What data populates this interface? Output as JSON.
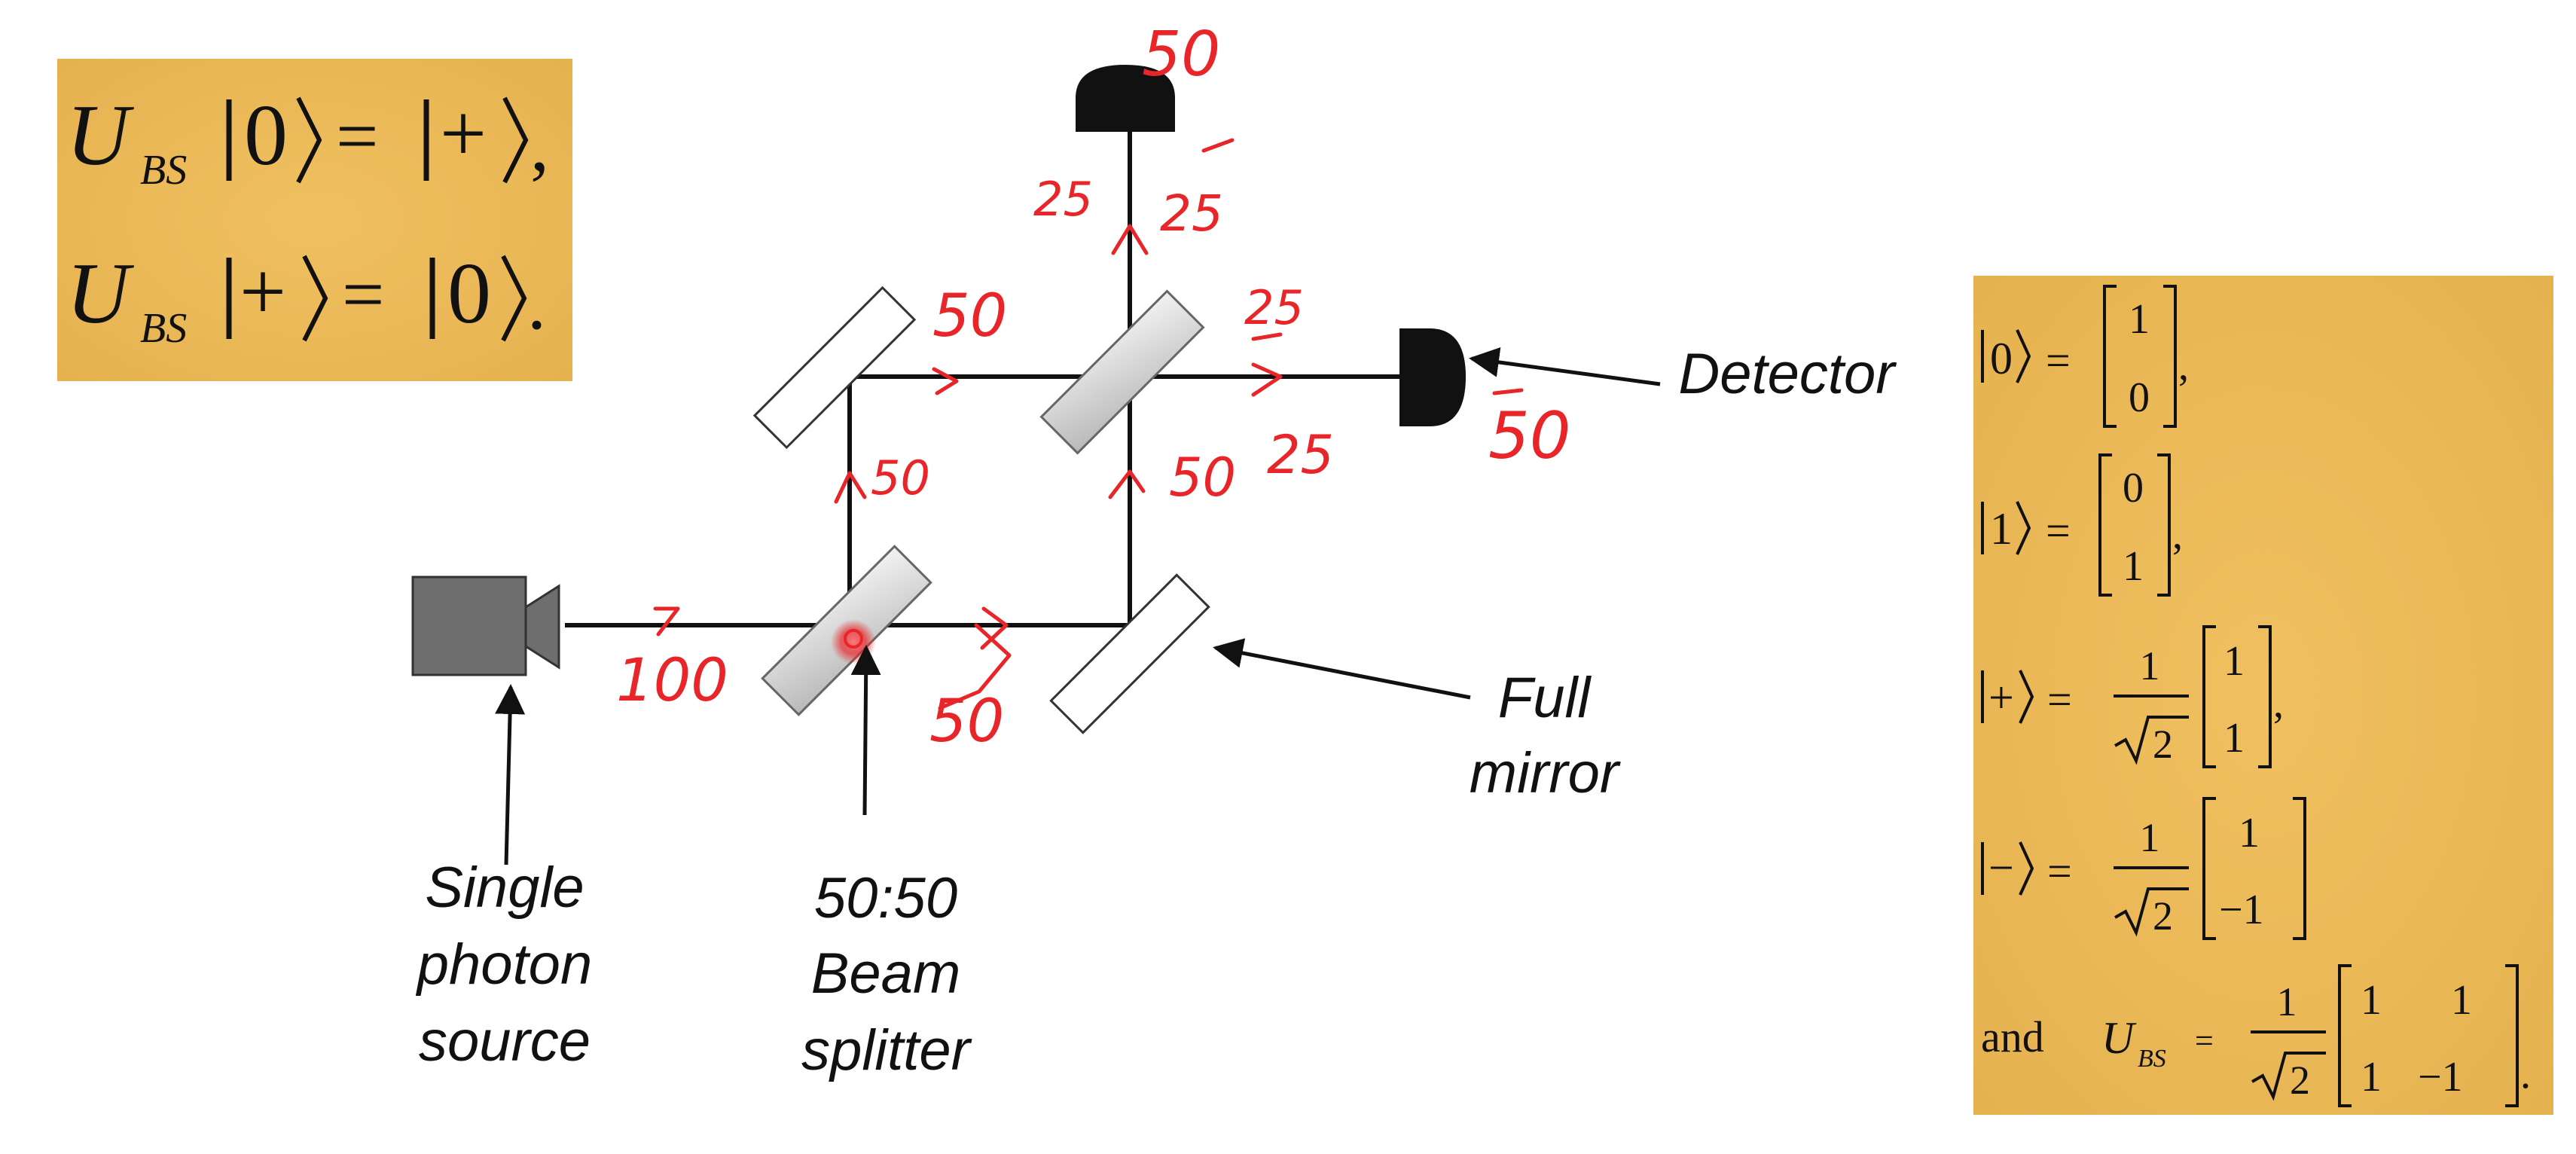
{
  "equations_left": {
    "line1": {
      "op": "U",
      "sub": "BS",
      "ket_in": "0",
      "ket_out": "+",
      "end": ","
    },
    "line2": {
      "op": "U",
      "sub": "BS",
      "ket_in": "+",
      "ket_out": "0",
      "end": "."
    }
  },
  "labels": {
    "source": [
      "Single",
      "photon",
      "source"
    ],
    "beam_splitter": [
      "50:50",
      "Beam",
      "splitter"
    ],
    "full_mirror": [
      "Full",
      "mirror"
    ],
    "detector": "Detector"
  },
  "annotations": {
    "source_out": "100",
    "bs1_right": "50",
    "bs1_up": "50",
    "top_path": "50",
    "bs2_up_left": "25",
    "bs2_up_right": "25",
    "bs2_right_top": "25",
    "bs2_below": "50",
    "bs2_below2": "25",
    "top_detector": "50",
    "right_detector": "50"
  },
  "equations_right": {
    "ket0": {
      "ket": "0",
      "vec": [
        "1",
        "0"
      ],
      "end": ","
    },
    "ket1": {
      "ket": "1",
      "vec": [
        "0",
        "1"
      ],
      "end": ","
    },
    "ketplus": {
      "ket": "+",
      "frac_num": "1",
      "frac_den": "2",
      "vec": [
        "1",
        "1"
      ],
      "end": ","
    },
    "ketminus": {
      "ket": "−",
      "frac_num": "1",
      "frac_den": "2",
      "vec": [
        "1",
        "−1"
      ],
      "end": ""
    },
    "ubs": {
      "and": "and",
      "op": "U",
      "sub": "BS",
      "frac_num": "1",
      "frac_den": "2",
      "row1": [
        "1",
        "1"
      ],
      "row2": [
        "1",
        "−1"
      ],
      "end": "."
    }
  },
  "colors": {
    "panel": "#ebb955",
    "ink_red": "#e8262a",
    "ink_black": "#111111",
    "device_gray": "#6e6e6e"
  }
}
